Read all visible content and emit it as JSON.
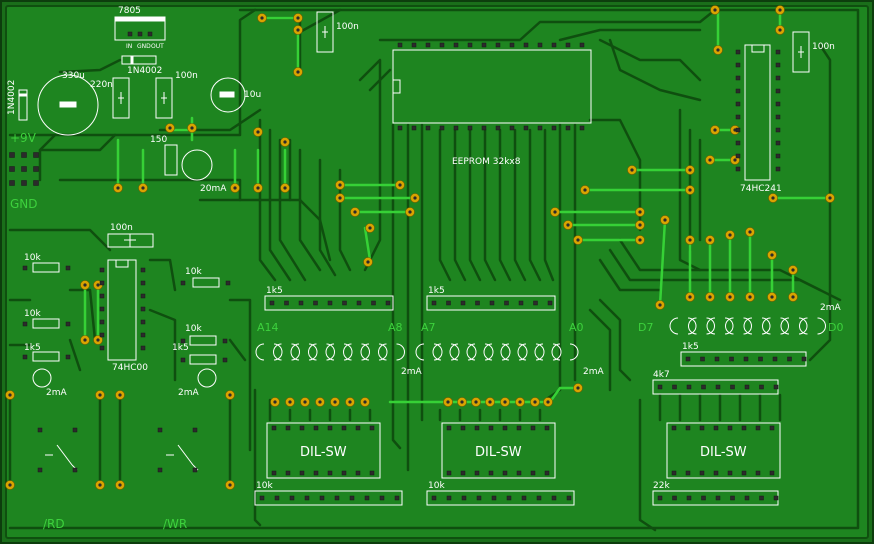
{
  "colors": {
    "board": "#1a6e1a",
    "copper": "#1f8a1f",
    "trace": "#0f4f0f",
    "bright_trace": "#36d136",
    "pad": "#d9a400",
    "silkscreen": "#ffffff",
    "net_text": "#3dd13d"
  },
  "labels": {
    "regulator": "7805",
    "reg_in": "IN",
    "reg_gnd": "GND",
    "reg_out": "OUT",
    "diode_top": "1N4002",
    "diode_left": "1N4002",
    "cap_330u": "330u",
    "cap_220n": "220n",
    "cap_100n_reg": "100n",
    "cap_10u": "10u",
    "cap_100n_top": "100n",
    "cap_100n_right": "100n",
    "cap_100n_mid": "100n",
    "plus9v": "+9V",
    "gnd": "GND",
    "r150": "150",
    "led_20ma": "20mA",
    "eeprom": "EEPROM 32kx8",
    "buffer": "74HC241",
    "nand": "74HC00",
    "r10k_1": "10k",
    "r10k_2": "10k",
    "r1k5_1": "1k5",
    "r10k_3": "10k",
    "r10k_4": "10k",
    "r1k5_2": "1k5",
    "ma_left1": "2mA",
    "ma_left2": "2mA",
    "rd": "/RD",
    "wr": "/WR",
    "rn_1k5_a": "1k5",
    "rn_1k5_b": "1k5",
    "rn_1k5_c": "1k5",
    "rn_4k7": "4k7",
    "rn_10k_a": "10k",
    "rn_10k_b": "10k",
    "rn_22k": "22k",
    "a14": "A14",
    "a8": "A8",
    "a7": "A7",
    "a0": "A0",
    "d7": "D7",
    "d0": "D0",
    "ma_mid1": "2mA",
    "ma_mid2": "2mA",
    "ma_right": "2mA",
    "dil1": "DIL-SW",
    "dil2": "DIL-SW",
    "dil3": "DIL-SW"
  }
}
